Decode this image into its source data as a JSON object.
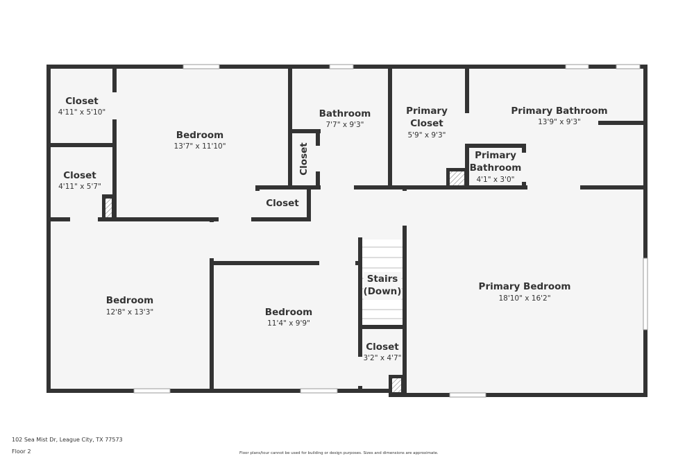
{
  "address": "102 Sea Mist Dr, League City, TX 77573",
  "floor": "Floor 2",
  "disclaimer": "Floor plans/tour cannot be used for building or design purposes. Sizes and dimensions are approximate.",
  "colors": {
    "wall": "#333333",
    "floor": "#f5f5f5"
  },
  "rooms": [
    {
      "name": "Closet",
      "dims": "4'11\" x 5'10\""
    },
    {
      "name": "Closet",
      "dims": "4'11\" x 5'7\""
    },
    {
      "name": "Bedroom",
      "dims": "13'7\" x 11'10\""
    },
    {
      "name": "Bathroom",
      "dims": "7'7\" x 9'3\""
    },
    {
      "name": "Closet",
      "dims": ""
    },
    {
      "name": "Closet",
      "dims": ""
    },
    {
      "name": "Primary Closet",
      "dims": "5'9\" x 9'3\""
    },
    {
      "name": "Primary Bathroom",
      "dims": "13'9\" x 9'3\""
    },
    {
      "name": "Primary Bathroom",
      "dims": "4'1\" x 3'0\""
    },
    {
      "name": "Bedroom",
      "dims": "12'8\" x 13'3\""
    },
    {
      "name": "Bedroom",
      "dims": "11'4\" x 9'9\""
    },
    {
      "name": "Stairs (Down)",
      "dims": ""
    },
    {
      "name": "Closet",
      "dims": "3'2\" x 4'7\""
    },
    {
      "name": "Primary Bedroom",
      "dims": "18'10\" x 16'2\""
    }
  ]
}
